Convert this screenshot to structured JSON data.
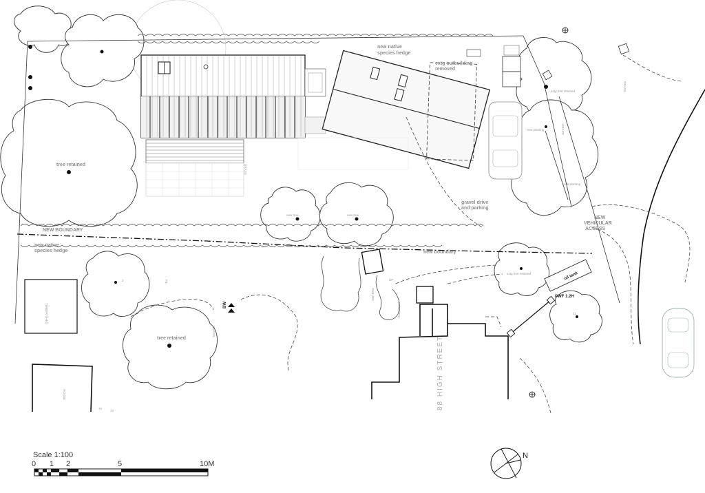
{
  "labels": {
    "new_native_hedge_top": [
      "new native",
      "species hedge"
    ],
    "extg_outbuilding": [
      "extg outbuilding",
      "removed"
    ],
    "tree_retained_left": "tree retained",
    "tree_retained_lower": "tree retained",
    "new_boundary": "NEW BOUNDARY",
    "new_native_hedge_left": [
      "new native",
      "species hedge"
    ],
    "new_boundary_right": "new boundary",
    "gravel_drive": [
      "gravel drive",
      "and parking"
    ],
    "new_vehicular_access": [
      "NEW",
      "VEHICULAR",
      "ACCESS"
    ],
    "new_tree_1": "new tree",
    "new_tree_2": "new tree",
    "new_planting_1": "new planting",
    "new_planting_2": "new planting",
    "extg_tree_retained_1": "extg tree retained",
    "extg_tree_retained_2": "extg tree retained",
    "oil_tank": "oil tank",
    "pwf": "PWF 1.2H",
    "high_street": "88 HIGH STREET",
    "timber_shed": "TIMBER SHED",
    "grass_1": "GRASS",
    "grass_2": "GRASS",
    "grass_3": "GRASS",
    "grass_4": "GRASS",
    "shrubs": "SHRUBS",
    "conifers": "CONIFERS",
    "up": "UP",
    "n2": "2",
    "n21": "21",
    "house_label": "HOUSE",
    "n78": "78",
    "n76": "76",
    "fb": "FB",
    "bw_mark": "BW"
  },
  "scale_bar": {
    "title": "Scale 1:100",
    "ticks": [
      "0",
      "1",
      "2",
      "5",
      "10M"
    ]
  },
  "north_label": "N"
}
